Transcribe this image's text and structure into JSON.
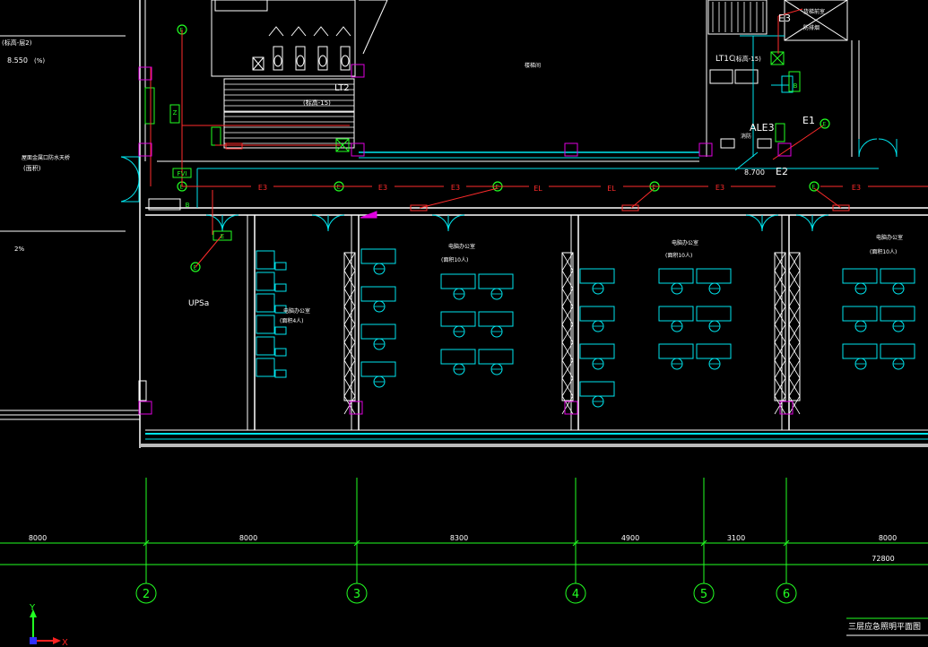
{
  "sheet_title": "三层应急照明平面图",
  "colors": {
    "background": "#000000",
    "wall": "#ffffff",
    "cyan": "#00e5ee",
    "circuit": "#ff2b2b",
    "green": "#22ff22",
    "magenta": "#e000e0",
    "axis_x": "#ff2020",
    "axis_y": "#22ff22",
    "axis_origin": "#3030ff"
  },
  "left_annotations": {
    "level_ref": "(标高-层2)",
    "elevation": "8.550",
    "elevation_note": "(%)",
    "room_name": "屋面金属口防水天桥",
    "room_note": "(面积)",
    "slope": "2%"
  },
  "rooms": {
    "ups": "UPSa",
    "stair_lt2": "LT2",
    "stair_lt2_note": "(标高-15)",
    "lt1c": "LT1C",
    "lt1c_note": "(标高-15)",
    "top_center": "楼梯间",
    "office_left": "电脑办公室",
    "office_left_note": "(面积4人)",
    "office_a": "电脑办公室",
    "office_a_note": "(面积10人)",
    "office_b": "电脑办公室",
    "office_b_note": "(面积10人)",
    "office_c": "电脑办公室",
    "office_c_note": "(面积10人)",
    "elevator_note_1": "货梯前室",
    "elevator_note_2": "防排烟",
    "elev_small": "消防"
  },
  "labels": {
    "e3": "E3",
    "e1": "E1",
    "e2": "E2",
    "ale3": "ALE3",
    "corridor_level": "8.700",
    "fvi": "FVI",
    "b_left": "B",
    "b_right": "B",
    "z_mark": "Z",
    "circle_e": "E",
    "box_e": "E"
  },
  "circuit_labels": [
    "E3",
    "E3",
    "E3",
    "EL",
    "EL",
    "E3",
    "E3"
  ],
  "dimensions": [
    "8000",
    "8000",
    "8300",
    "4900",
    "3100",
    "8000"
  ],
  "total_dimension": "72800",
  "grid_axes": [
    "2",
    "3",
    "4",
    "5",
    "6"
  ],
  "ucs": {
    "x": "X",
    "y": "Y"
  }
}
